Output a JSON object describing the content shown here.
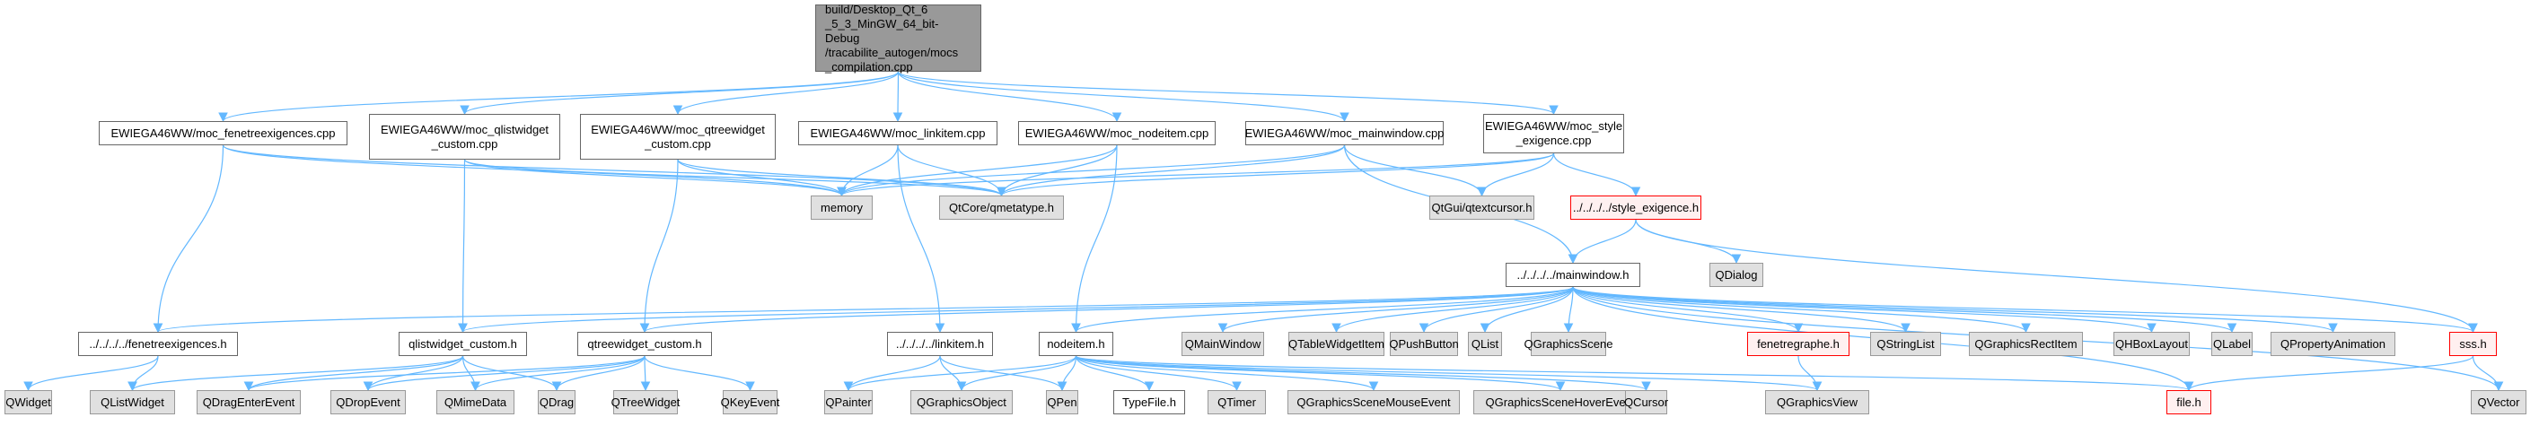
{
  "graph": {
    "title": "Include dependency graph for mocs_compilation.cpp",
    "edge_color": "#63b8ff",
    "nodes": [
      {
        "id": "root",
        "label": "build/Desktop_Qt_6\n_5_3_MinGW_64_bit-Debug\n/tracabilite_autogen/mocs\n_compilation.cpp",
        "kind": "root"
      },
      {
        "id": "moc_fen",
        "label": "EWIEGA46WW/moc_fenetreexigences.cpp",
        "kind": "file"
      },
      {
        "id": "moc_qlw",
        "label": "EWIEGA46WW/moc_qlistwidget\n_custom.cpp",
        "kind": "file"
      },
      {
        "id": "moc_qtw",
        "label": "EWIEGA46WW/moc_qtreewidget\n_custom.cpp",
        "kind": "file"
      },
      {
        "id": "moc_link",
        "label": "EWIEGA46WW/moc_linkitem.cpp",
        "kind": "file"
      },
      {
        "id": "moc_node",
        "label": "EWIEGA46WW/moc_nodeitem.cpp",
        "kind": "file"
      },
      {
        "id": "moc_main",
        "label": "EWIEGA46WW/moc_mainwindow.cpp",
        "kind": "file"
      },
      {
        "id": "moc_style",
        "label": "EWIEGA46WW/moc_style\n_exigence.cpp",
        "kind": "file"
      },
      {
        "id": "memory",
        "label": "memory",
        "kind": "ext"
      },
      {
        "id": "qmeta",
        "label": "QtCore/qmetatype.h",
        "kind": "ext"
      },
      {
        "id": "qtextcursor",
        "label": "QtGui/qtextcursor.h",
        "kind": "ext"
      },
      {
        "id": "style_h",
        "label": "../../../../style_exigence.h",
        "kind": "missing"
      },
      {
        "id": "mainwindow_h",
        "label": "../../../../mainwindow.h",
        "kind": "file"
      },
      {
        "id": "QDialog",
        "label": "QDialog",
        "kind": "ext"
      },
      {
        "id": "fen_h",
        "label": "../../../../fenetreexigences.h",
        "kind": "file"
      },
      {
        "id": "qlw_h",
        "label": "qlistwidget_custom.h",
        "kind": "file"
      },
      {
        "id": "qtw_h",
        "label": "qtreewidget_custom.h",
        "kind": "file"
      },
      {
        "id": "link_h",
        "label": "../../../../linkitem.h",
        "kind": "file"
      },
      {
        "id": "node_h",
        "label": "nodeitem.h",
        "kind": "file"
      },
      {
        "id": "QMainWindow",
        "label": "QMainWindow",
        "kind": "ext"
      },
      {
        "id": "QTableWidgetItem",
        "label": "QTableWidgetItem",
        "kind": "ext"
      },
      {
        "id": "QPushButton",
        "label": "QPushButton",
        "kind": "ext"
      },
      {
        "id": "QList",
        "label": "QList",
        "kind": "ext"
      },
      {
        "id": "QGraphicsScene",
        "label": "QGraphicsScene",
        "kind": "ext"
      },
      {
        "id": "fenetregraphe_h",
        "label": "fenetregraphe.h",
        "kind": "missing"
      },
      {
        "id": "QStringList",
        "label": "QStringList",
        "kind": "ext"
      },
      {
        "id": "QGraphicsRectItem",
        "label": "QGraphicsRectItem",
        "kind": "ext"
      },
      {
        "id": "QHBoxLayout",
        "label": "QHBoxLayout",
        "kind": "ext"
      },
      {
        "id": "QLabel",
        "label": "QLabel",
        "kind": "ext"
      },
      {
        "id": "QPropertyAnimation",
        "label": "QPropertyAnimation",
        "kind": "ext"
      },
      {
        "id": "sss_h",
        "label": "sss.h",
        "kind": "missing"
      },
      {
        "id": "QWidget",
        "label": "QWidget",
        "kind": "ext"
      },
      {
        "id": "QListWidget",
        "label": "QListWidget",
        "kind": "ext"
      },
      {
        "id": "QDragEnterEvent",
        "label": "QDragEnterEvent",
        "kind": "ext"
      },
      {
        "id": "QDropEvent",
        "label": "QDropEvent",
        "kind": "ext"
      },
      {
        "id": "QMimeData",
        "label": "QMimeData",
        "kind": "ext"
      },
      {
        "id": "QDrag",
        "label": "QDrag",
        "kind": "ext"
      },
      {
        "id": "QTreeWidget",
        "label": "QTreeWidget",
        "kind": "ext"
      },
      {
        "id": "QKeyEvent",
        "label": "QKeyEvent",
        "kind": "ext"
      },
      {
        "id": "QPainter",
        "label": "QPainter",
        "kind": "ext"
      },
      {
        "id": "QGraphicsObject",
        "label": "QGraphicsObject",
        "kind": "ext"
      },
      {
        "id": "QPen",
        "label": "QPen",
        "kind": "ext"
      },
      {
        "id": "TypeFile_h",
        "label": "TypeFile.h",
        "kind": "file"
      },
      {
        "id": "QTimer",
        "label": "QTimer",
        "kind": "ext"
      },
      {
        "id": "QGSMouse",
        "label": "QGraphicsSceneMouseEvent",
        "kind": "ext"
      },
      {
        "id": "QGSHover",
        "label": "QGraphicsSceneHoverEvent",
        "kind": "ext"
      },
      {
        "id": "QCursor",
        "label": "QCursor",
        "kind": "ext"
      },
      {
        "id": "QGraphicsView",
        "label": "QGraphicsView",
        "kind": "ext"
      },
      {
        "id": "file_h",
        "label": "file.h",
        "kind": "missing"
      },
      {
        "id": "QVector",
        "label": "QVector",
        "kind": "ext"
      }
    ],
    "edges": [
      [
        "root",
        "moc_fen"
      ],
      [
        "root",
        "moc_qlw"
      ],
      [
        "root",
        "moc_qtw"
      ],
      [
        "root",
        "moc_link"
      ],
      [
        "root",
        "moc_node"
      ],
      [
        "root",
        "moc_main"
      ],
      [
        "root",
        "moc_style"
      ],
      [
        "moc_fen",
        "memory"
      ],
      [
        "moc_fen",
        "qmeta"
      ],
      [
        "moc_fen",
        "fen_h"
      ],
      [
        "moc_qlw",
        "memory"
      ],
      [
        "moc_qlw",
        "qmeta"
      ],
      [
        "moc_qlw",
        "qlw_h"
      ],
      [
        "moc_qtw",
        "memory"
      ],
      [
        "moc_qtw",
        "qmeta"
      ],
      [
        "moc_qtw",
        "qtw_h"
      ],
      [
        "moc_link",
        "memory"
      ],
      [
        "moc_link",
        "qmeta"
      ],
      [
        "moc_link",
        "link_h"
      ],
      [
        "moc_node",
        "memory"
      ],
      [
        "moc_node",
        "qmeta"
      ],
      [
        "moc_node",
        "node_h"
      ],
      [
        "moc_main",
        "memory"
      ],
      [
        "moc_main",
        "qmeta"
      ],
      [
        "moc_main",
        "qtextcursor"
      ],
      [
        "moc_main",
        "mainwindow_h"
      ],
      [
        "moc_style",
        "memory"
      ],
      [
        "moc_style",
        "qmeta"
      ],
      [
        "moc_style",
        "qtextcursor"
      ],
      [
        "moc_style",
        "style_h"
      ],
      [
        "style_h",
        "mainwindow_h"
      ],
      [
        "style_h",
        "QDialog"
      ],
      [
        "style_h",
        "sss_h"
      ],
      [
        "mainwindow_h",
        "fen_h"
      ],
      [
        "mainwindow_h",
        "qlw_h"
      ],
      [
        "mainwindow_h",
        "qtw_h"
      ],
      [
        "mainwindow_h",
        "node_h"
      ],
      [
        "mainwindow_h",
        "QMainWindow"
      ],
      [
        "mainwindow_h",
        "QTableWidgetItem"
      ],
      [
        "mainwindow_h",
        "QPushButton"
      ],
      [
        "mainwindow_h",
        "QList"
      ],
      [
        "mainwindow_h",
        "QGraphicsScene"
      ],
      [
        "mainwindow_h",
        "fenetregraphe_h"
      ],
      [
        "mainwindow_h",
        "QStringList"
      ],
      [
        "mainwindow_h",
        "QGraphicsRectItem"
      ],
      [
        "mainwindow_h",
        "QHBoxLayout"
      ],
      [
        "mainwindow_h",
        "QLabel"
      ],
      [
        "mainwindow_h",
        "QPropertyAnimation"
      ],
      [
        "mainwindow_h",
        "sss_h"
      ],
      [
        "mainwindow_h",
        "file_h"
      ],
      [
        "mainwindow_h",
        "QVector"
      ],
      [
        "fen_h",
        "QWidget"
      ],
      [
        "fen_h",
        "QListWidget"
      ],
      [
        "qlw_h",
        "QListWidget"
      ],
      [
        "qlw_h",
        "QDragEnterEvent"
      ],
      [
        "qlw_h",
        "QDropEvent"
      ],
      [
        "qlw_h",
        "QMimeData"
      ],
      [
        "qlw_h",
        "QDrag"
      ],
      [
        "qtw_h",
        "QDragEnterEvent"
      ],
      [
        "qtw_h",
        "QDropEvent"
      ],
      [
        "qtw_h",
        "QMimeData"
      ],
      [
        "qtw_h",
        "QDrag"
      ],
      [
        "qtw_h",
        "QTreeWidget"
      ],
      [
        "qtw_h",
        "QKeyEvent"
      ],
      [
        "link_h",
        "QPainter"
      ],
      [
        "link_h",
        "QGraphicsObject"
      ],
      [
        "link_h",
        "QPen"
      ],
      [
        "node_h",
        "QPainter"
      ],
      [
        "node_h",
        "QGraphicsObject"
      ],
      [
        "node_h",
        "QPen"
      ],
      [
        "node_h",
        "TypeFile_h"
      ],
      [
        "node_h",
        "QTimer"
      ],
      [
        "node_h",
        "QGSMouse"
      ],
      [
        "node_h",
        "QGSHover"
      ],
      [
        "node_h",
        "QCursor"
      ],
      [
        "node_h",
        "QGraphicsView"
      ],
      [
        "node_h",
        "file_h"
      ],
      [
        "fenetregraphe_h",
        "QGraphicsView"
      ],
      [
        "sss_h",
        "file_h"
      ],
      [
        "sss_h",
        "QVector"
      ]
    ]
  }
}
